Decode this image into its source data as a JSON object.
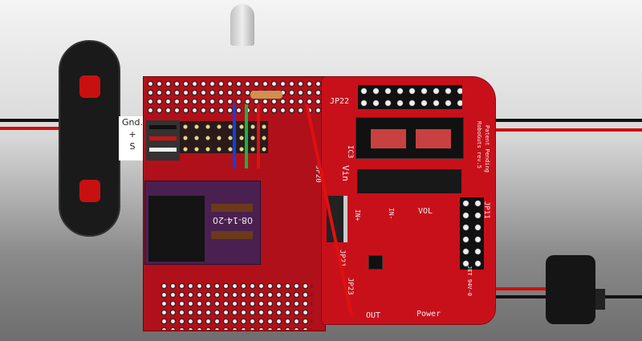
{
  "switch_label": {
    "gnd": "Gnd.",
    "plus": "+",
    "s": "S"
  },
  "chip_label": "08-14-20",
  "board_labels": {
    "jp22": "JP22",
    "ic3": "IC3",
    "vin": "Vin",
    "jp20": "JP20",
    "jp21": "JP21",
    "jp23": "JP23",
    "jp11": "JP11",
    "in_plus": "IN+",
    "in_minus": "IN-",
    "vol": "VOL",
    "out": "OUT",
    "power": "Power",
    "brand": "RoboGuts rev.5",
    "patent": "Patent Pending",
    "cert": "JET 94V-0"
  },
  "colors": {
    "pcb": "#c8101a",
    "purple_board": "#4a2050",
    "wire_red": "#e01010",
    "wire_blue": "#1040e0",
    "wire_green": "#20b040"
  }
}
